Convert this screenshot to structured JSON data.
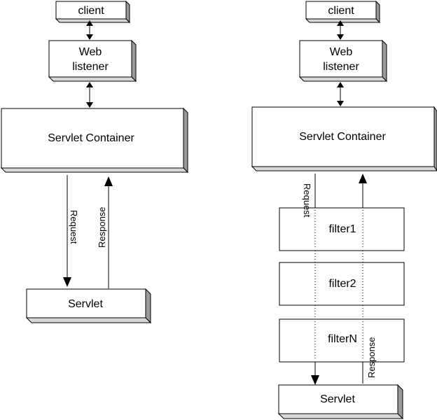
{
  "left": {
    "client": "client",
    "web_listener_line1": "Web",
    "web_listener_line2": "listener",
    "container": "Servlet Container",
    "request": "Request",
    "response": "Response",
    "servlet": "Servlet"
  },
  "right": {
    "client": "client",
    "web_listener_line1": "Web",
    "web_listener_line2": "listener",
    "container": "Servlet Container",
    "request": "Request",
    "response": "Response",
    "filters": [
      "filter1",
      "filter2",
      "filterN"
    ],
    "servlet": "Servlet"
  }
}
